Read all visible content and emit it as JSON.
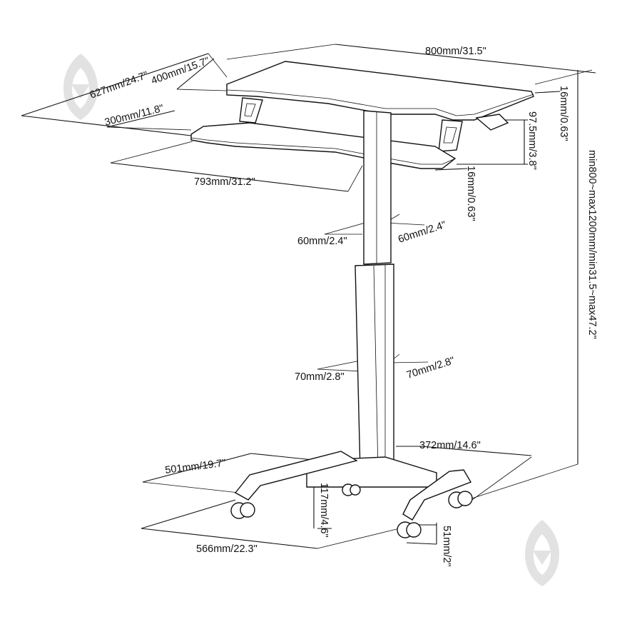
{
  "colors": {
    "line": "#111111",
    "watermark": "#e2e2e2",
    "background": "#ffffff"
  },
  "watermark": {
    "icon": "shield-arrow-logo-icon"
  },
  "dimensions": {
    "top_width": "800mm/31.5\"",
    "overall_depth": "627mm/24.7\"",
    "top_depth": "400mm/15.7\"",
    "keyboard_depth": "300mm/11.8\"",
    "top_thickness": "16mm/0.63\"",
    "top_gap": "97.5mm/3.8\"",
    "keyboard_thickness": "16mm/0.63\"",
    "keyboard_width": "793mm/31.2\"",
    "upper_column_a": "60mm/2.4\"",
    "upper_column_b": "60mm/2.4\"",
    "lower_column_a": "70mm/2.8\"",
    "lower_column_b": "70mm/2.8\"",
    "height_range": "min800~max1200mm/min31.5~max47.2\"",
    "base_inner": "372mm/14.6\"",
    "base_depth": "501mm/19.7\"",
    "base_height": "117mm/4.6\"",
    "base_width": "566mm/22.3\"",
    "caster_height": "51mm/2\""
  }
}
